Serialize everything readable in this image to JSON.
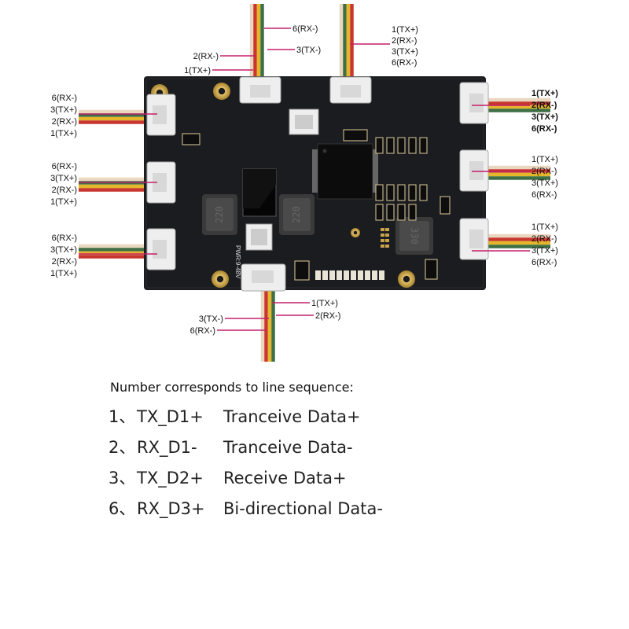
{
  "connectors": {
    "top_left": {
      "labels": [
        "6(RX-)",
        "2(RX-)",
        "3(TX-)",
        "1(TX+)"
      ]
    },
    "top_right": {
      "labels": [
        "1(TX+)",
        "2(RX-)",
        "3(TX+)",
        "6(RX-)"
      ]
    },
    "left_1": {
      "labels": [
        "6(RX-)",
        "3(TX+)",
        "2(RX-)",
        "1(TX+)"
      ]
    },
    "left_2": {
      "labels": [
        "6(RX-)",
        "3(TX+)",
        "2(RX-)",
        "1(TX+)"
      ]
    },
    "left_3": {
      "labels": [
        "6(RX-)",
        "3(TX+)",
        "2(RX-)",
        "1(TX+)"
      ]
    },
    "right_1": {
      "labels": [
        "1(TX+)",
        "2(RX-)",
        "3(TX+)",
        "6(RX-)"
      ]
    },
    "right_2": {
      "labels": [
        "1(TX+)",
        "2(RX-)",
        "3(TX+)",
        "6(RX-)"
      ]
    },
    "right_3": {
      "labels": [
        "1(TX+)",
        "2(RX-)",
        "3(TX+)",
        "6(RX-)"
      ]
    },
    "bottom": {
      "labels": [
        "1(TX+)",
        "2(RX-)",
        "3(TX-)",
        "6(RX-)"
      ]
    }
  },
  "board": {
    "silkscreen": "PWR:9-48V",
    "inductor_left": "220",
    "inductor_mid": "220",
    "inductor_right": "330"
  },
  "legend": {
    "title": "Number corresponds to line sequence:",
    "rows": [
      {
        "num": "1、",
        "signal": "TX_D1+",
        "desc": "Tranceive Data+"
      },
      {
        "num": "2、",
        "signal": "RX_D1-",
        "desc": "Tranceive Data-"
      },
      {
        "num": "3、",
        "signal": "TX_D2+",
        "desc": "Receive Data+"
      },
      {
        "num": "6、",
        "signal": "RX_D3+",
        "desc": "Bi-directional Data-"
      }
    ]
  },
  "colors": {
    "board": "#1a1c1f",
    "wire_red": "#c8362e",
    "wire_yellow": "#e5b52a",
    "wire_green": "#3f6f45",
    "wire_cream": "#e9d7bf",
    "pointer": "#c41f6a",
    "gold": "#c9a24a"
  }
}
